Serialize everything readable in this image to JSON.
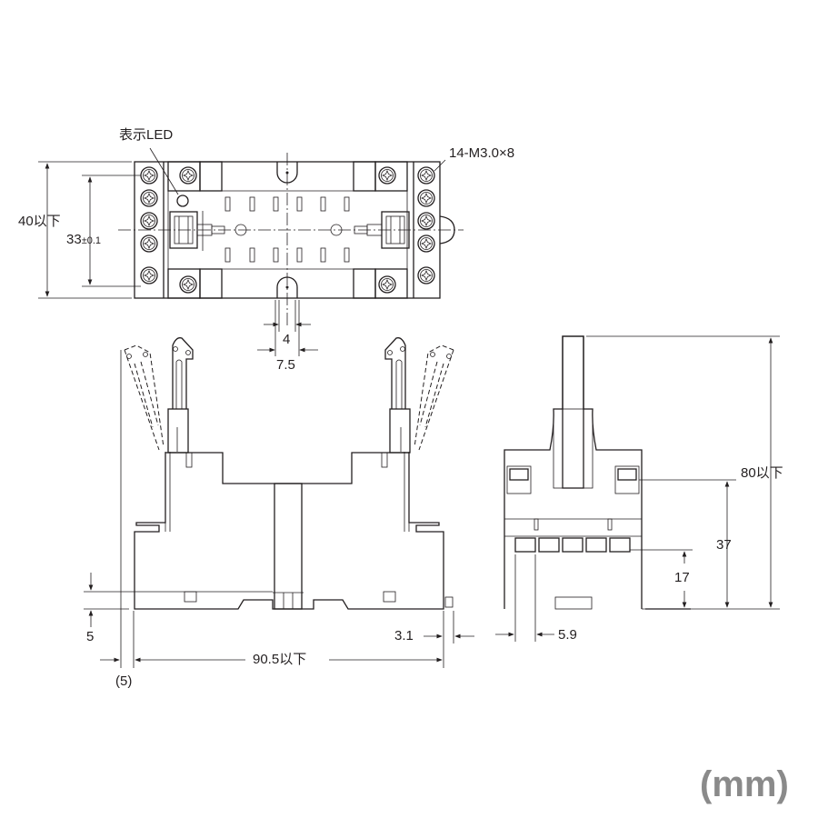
{
  "units": "(mm)",
  "top_view": {
    "callout_led": "表示LED",
    "callout_screws": "14-M3.0×8",
    "dim_overall_height": "40以下",
    "dim_pitch_main": "33",
    "dim_pitch_tol": "±0.1",
    "dim_slot_inner": "4",
    "dim_slot_outer": "7.5"
  },
  "front_view": {
    "dim_bottom_offset": "5",
    "dim_left_clip": "(5)",
    "dim_overall_width": "90.5以下",
    "dim_right_clip": "3.1"
  },
  "side_view": {
    "dim_overall_height": "80以下",
    "dim_upper_terminal": "37",
    "dim_lower_terminal": "17",
    "dim_terminal_pitch": "5.9"
  },
  "colors": {
    "line": "#231f20",
    "unit_text": "#8a8a8a",
    "background": "#ffffff"
  }
}
